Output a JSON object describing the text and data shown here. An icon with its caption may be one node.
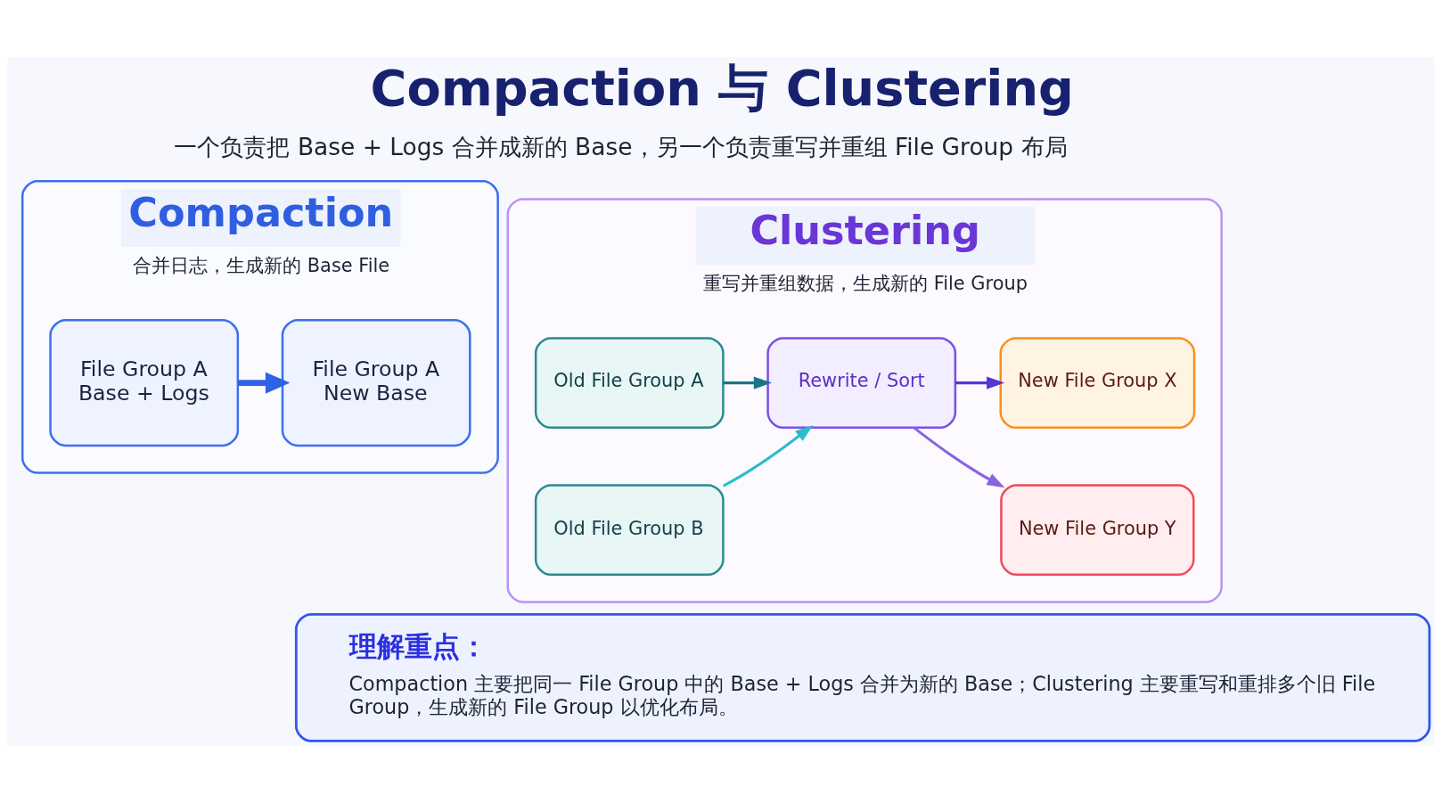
{
  "diagram": {
    "title": "Compaction 与 Clustering",
    "nodes": [
      {
        "text": [
          "Compaction",
          "合并日志，生成新的 Base File"
        ]
      },
      {
        "text": [
          "File Group A",
          "Base + Logs"
        ],
        "in": 0
      },
      {
        "text": [
          "File Group A",
          "New Base"
        ],
        "in": 0
      },
      {
        "text": [
          "Clustering",
          "重写并重组数据，生成新的 File Group"
        ]
      },
      {
        "text": [
          "Old File Group A"
        ],
        "in": 3
      },
      {
        "text": [
          "Old File Group B"
        ],
        "in": 3
      },
      {
        "text": [
          "Rewrite / Sort"
        ],
        "in": 3
      },
      {
        "text": [
          "New File Group X"
        ],
        "in": 3
      },
      {
        "text": [
          "New File Group Y"
        ],
        "in": 3
      },
      {
        "text": [
          "理解重点：",
          "Compaction 主要把同一 File Group 中的 Base + Logs 合并为新的 Base；Clustering 主要重写和重排多个旧 File Group，生成新的 File Group 以优化布局。"
        ]
      }
    ],
    "edges": [
      {
        "from": 1,
        "to": 2,
        "arrow": "to",
        "style": "thick",
        "color": "#2f62e6"
      },
      {
        "from": 4,
        "to": 6,
        "arrow": "to",
        "color": "#1d7486"
      },
      {
        "from": 5,
        "to": 6,
        "arrow": "to",
        "color": "#2bbccc"
      },
      {
        "from": 6,
        "to": 7,
        "arrow": "to",
        "color": "#5a34d4"
      },
      {
        "from": 6,
        "to": 8,
        "arrow": "to",
        "color": "#8a62e2"
      }
    ],
    "labels": [
      "一个负责把 Base + Logs 合并成新的 Base，另一个负责重写并重组 File Group 布局"
    ]
  }
}
